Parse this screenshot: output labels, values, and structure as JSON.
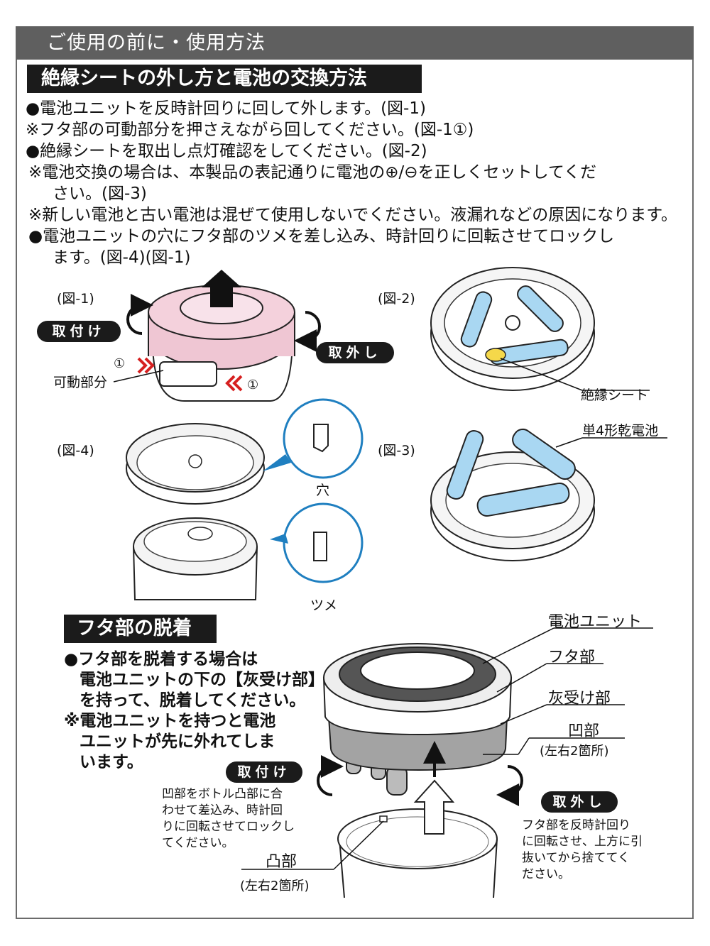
{
  "header": {
    "title": "ご使用の前に・使用方法"
  },
  "section1": {
    "title": "絶縁シートの外し方と電池の交換方法",
    "steps": [
      "●電池ユニットを反時計回りに回して外します。(図-1)",
      "※フタ部の可動部分を押さえながら回してください。(図-1①)",
      "●絶縁シートを取出し点灯確認をしてください。(図-2)",
      "※電池交換の場合は、本製品の表記通りに電池の⊕/⊖を正しくセットしてくだ",
      "さい。(図-3)",
      "※新しい電池と古い電池は混ぜて使用しないでください。液漏れなどの原因になります。",
      "●電池ユニットの穴にフタ部のツメを差し込み、時計回りに回転させてロックし",
      "ます。(図-4)(図-1)"
    ]
  },
  "figures": {
    "fig1": {
      "label": "(図-1)",
      "attach": "取付け",
      "remove": "取外し",
      "movable": "可動部分",
      "marker": "①"
    },
    "fig2": {
      "label": "(図-2)",
      "sheet": "絶縁シート"
    },
    "fig3": {
      "label": "(図-3)",
      "battery": "単4形乾電池"
    },
    "fig4": {
      "label": "(図-4)",
      "hole": "穴",
      "tab": "ツメ"
    }
  },
  "section2": {
    "title": "フタ部の脱着",
    "lines": [
      "●フタ部を脱着する場合は",
      "電池ユニットの下の【灰受け部】",
      "を持って、脱着してください。",
      "※電池ユニットを持つと電池",
      "ユニットが先に外れてしま",
      "います。"
    ],
    "parts": {
      "battery_unit": "電池ユニット",
      "lid": "フタ部",
      "ash_tray": "灰受け部",
      "recess": "凹部",
      "recess_note": "(左右2箇所)",
      "bump": "凸部",
      "bump_note": "(左右2箇所)"
    },
    "attach": {
      "pill": "取付け",
      "lines": [
        "凹部をボトル凸部に合",
        "わせて差込み、時計回",
        "りに回転させてロックし",
        "てください。"
      ]
    },
    "remove": {
      "pill": "取外し",
      "lines": [
        "フタ部を反時計回り",
        "に回転させ、上方に引",
        "抜いてから捨ててく",
        "ださい。"
      ]
    }
  }
}
